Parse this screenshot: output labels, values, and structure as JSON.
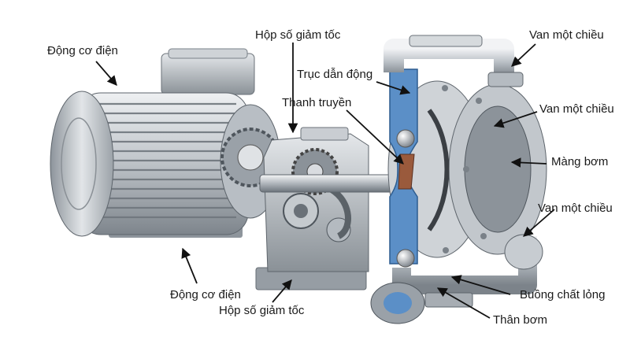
{
  "labels": {
    "motor_top": "Động cơ điện",
    "gearbox_top": "Hộp số giảm tốc",
    "drive_shaft": "Trục dẫn động",
    "connecting_rod": "Thanh truyền",
    "check_valve_top": "Van một chiều",
    "check_valve_mid": "Van một chiều",
    "diaphragm": "Màng bơm",
    "check_valve_bottom": "Van một chiều",
    "liquid_chamber": "Buồng chất lỏng",
    "pump_body": "Thân bơm",
    "motor_bottom": "Động cơ điện",
    "gearbox_bottom": "Hộp số giảm tốc"
  },
  "colors": {
    "metal_light": "#d9dde1",
    "metal_mid": "#a9b0b7",
    "metal_dark": "#5e656c",
    "liquid": "#5b8fc7",
    "rod": "#9a5a3c",
    "arrow": "#111111"
  }
}
